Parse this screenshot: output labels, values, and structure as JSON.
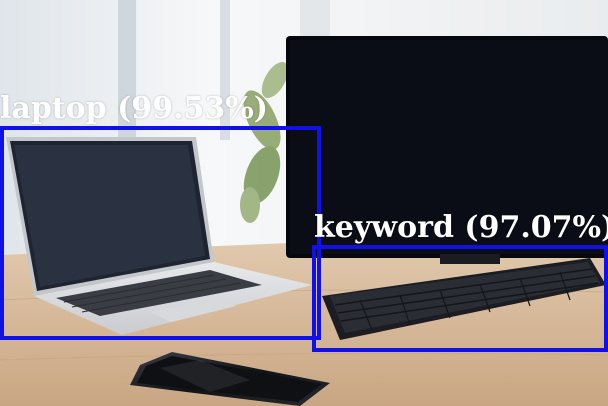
{
  "detections": [
    {
      "label": "laptop",
      "confidence_text": "(99.53%)",
      "confidence": 0.9953
    },
    {
      "label": "keyword",
      "confidence_text": "(97.07%)",
      "confidence": 0.9707
    }
  ],
  "colors": {
    "box": "#1010e8",
    "label_text": "#ffffff",
    "wall": "#eef0f1",
    "desk": "#d6b896",
    "screen": "#05070d"
  }
}
